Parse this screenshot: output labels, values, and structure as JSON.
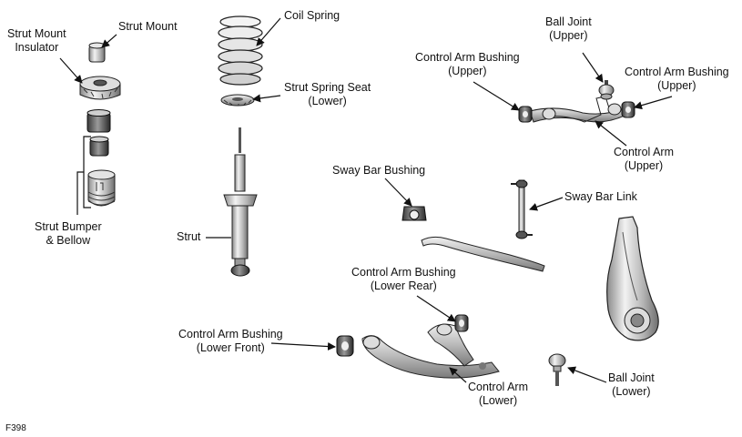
{
  "figure_code": "F398",
  "labels": {
    "strut_mount": [
      "Strut Mount"
    ],
    "strut_mount_insulator": [
      "Strut Mount",
      "Insulator"
    ],
    "coil_spring": [
      "Coil Spring"
    ],
    "strut_spring_seat": [
      "Strut Spring Seat",
      "(Lower)"
    ],
    "ball_joint_upper": [
      "Ball Joint",
      "(Upper)"
    ],
    "control_arm_bushing_upper_left": [
      "Control Arm Bushing",
      "(Upper)"
    ],
    "control_arm_bushing_upper_right": [
      "Control Arm Bushing",
      "(Upper)"
    ],
    "control_arm_upper": [
      "Control Arm",
      "(Upper)"
    ],
    "sway_bar_bushing": [
      "Sway Bar Bushing"
    ],
    "sway_bar_link": [
      "Sway Bar Link"
    ],
    "strut_bumper_bellow": [
      "Strut Bumper",
      "& Bellow"
    ],
    "strut": [
      "Strut"
    ],
    "control_arm_bushing_lower_rear": [
      "Control Arm Bushing",
      "(Lower Rear)"
    ],
    "control_arm_bushing_lower_front": [
      "Control Arm Bushing",
      "(Lower Front)"
    ],
    "ball_joint_lower": [
      "Ball Joint",
      "(Lower)"
    ],
    "control_arm_lower": [
      "Control Arm",
      "(Lower)"
    ]
  }
}
